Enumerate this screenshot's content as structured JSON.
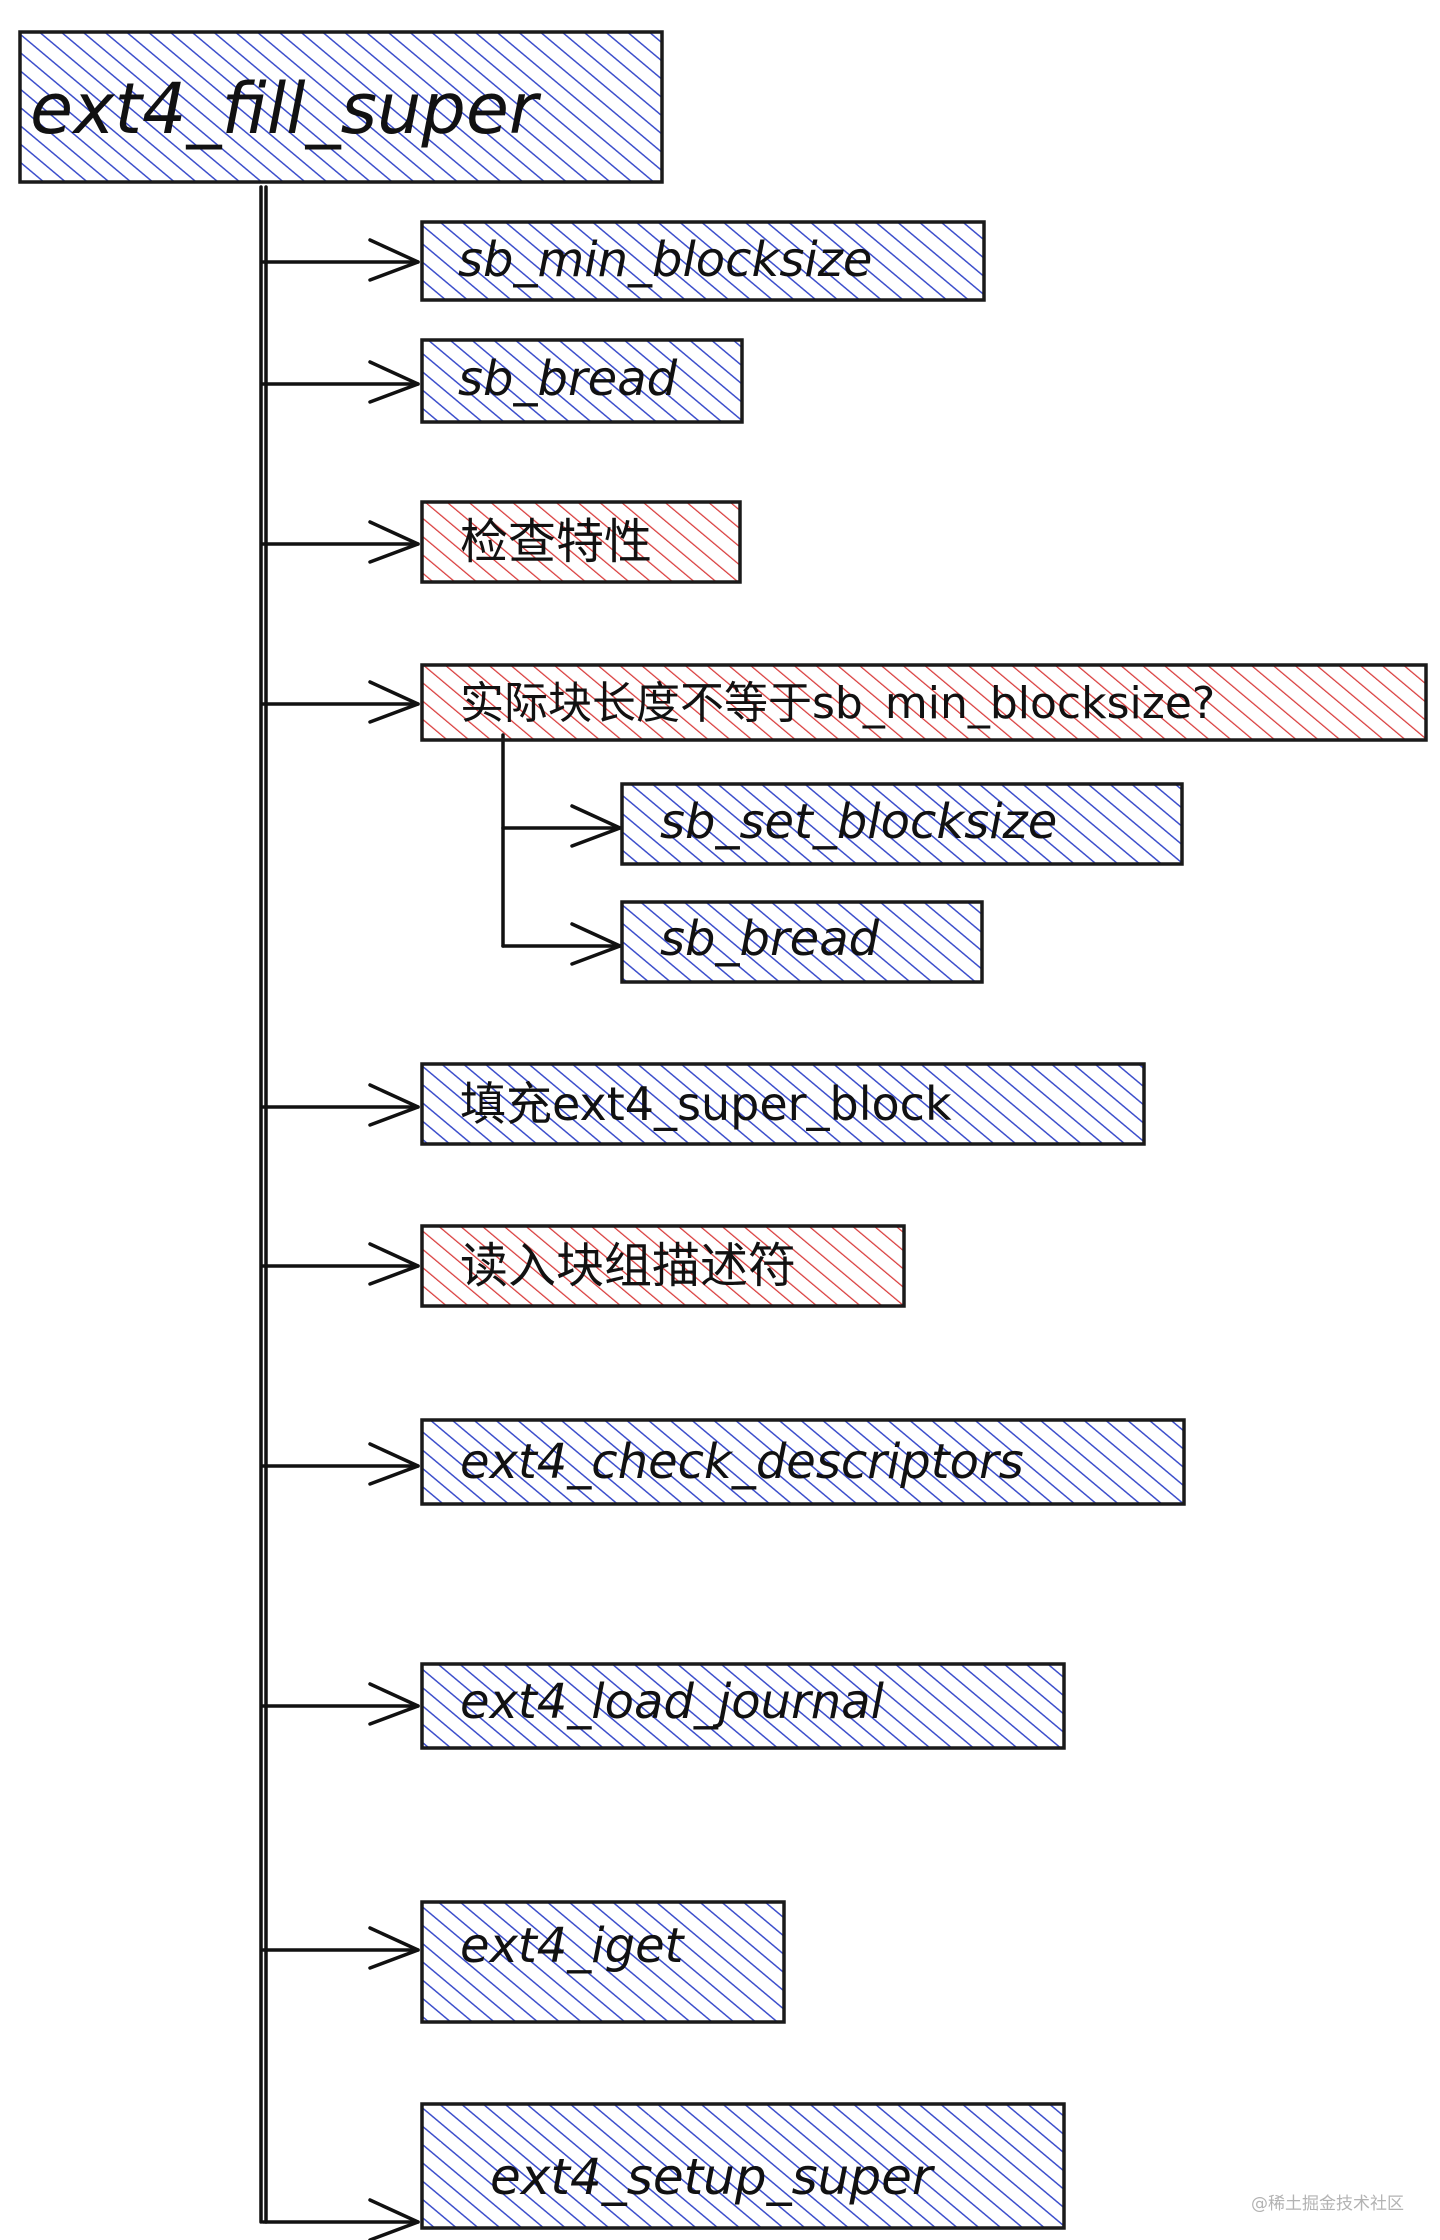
{
  "diagram": {
    "colors": {
      "blue_hatch": "#3d4fcc",
      "red_hatch": "#d93b3b",
      "outline": "#1a1a1a",
      "line": "#111111"
    },
    "root": {
      "label": "ext4_fill_super",
      "color": "blue"
    },
    "children": [
      {
        "id": "n1",
        "label": "sb_min_blocksize",
        "color": "blue"
      },
      {
        "id": "n2",
        "label": "sb_bread",
        "color": "blue"
      },
      {
        "id": "n3",
        "label": "检查特性",
        "color": "red"
      },
      {
        "id": "n4",
        "label": "实际块长度不等于sb_min_blocksize?",
        "color": "red",
        "children": [
          {
            "id": "n4a",
            "label": "sb_set_blocksize",
            "color": "blue"
          },
          {
            "id": "n4b",
            "label": "sb_bread",
            "color": "blue"
          }
        ]
      },
      {
        "id": "n5",
        "label": "填充ext4_super_block",
        "color": "blue"
      },
      {
        "id": "n6",
        "label": "读入块组描述符",
        "color": "red"
      },
      {
        "id": "n7",
        "label": "ext4_check_descriptors",
        "color": "blue"
      },
      {
        "id": "n8",
        "label": "ext4_load_journal",
        "color": "blue"
      },
      {
        "id": "n9",
        "label": "ext4_iget",
        "color": "blue"
      },
      {
        "id": "n10",
        "label": "ext4_setup_super",
        "color": "blue"
      }
    ]
  },
  "watermark": "@稀土掘金技术社区"
}
